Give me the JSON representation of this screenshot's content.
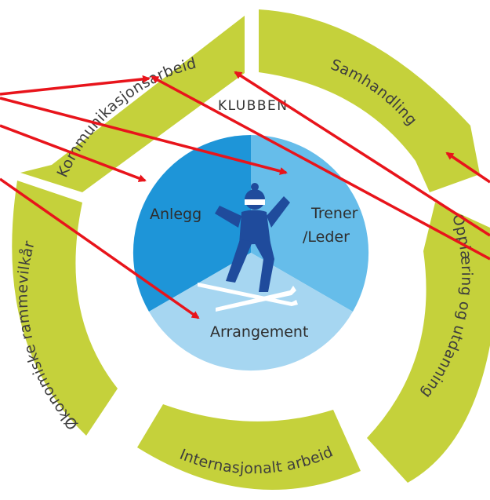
{
  "center_label": "KLUBBEN",
  "outer_ring": [
    {
      "label": "Kommunikasjonsarbeid"
    },
    {
      "label": "Samhandling"
    },
    {
      "label": "Opplæring og utdanning"
    },
    {
      "label": "Internasjonalt arbeid"
    },
    {
      "label": "Økonomiske rammevilkår"
    }
  ],
  "inner_circle": [
    {
      "label": "Anlegg"
    },
    {
      "label": "Trener"
    },
    {
      "label": "/Leder"
    },
    {
      "label": "Arrangement"
    }
  ],
  "colors": {
    "ring": "#c5d13b",
    "anlegg": "#1e95d8",
    "trener": "#66bdea",
    "arrangement": "#a6d6f1",
    "skier": "#1f4b9c",
    "skis": "#ffffff",
    "arrows": "#e8141b"
  }
}
